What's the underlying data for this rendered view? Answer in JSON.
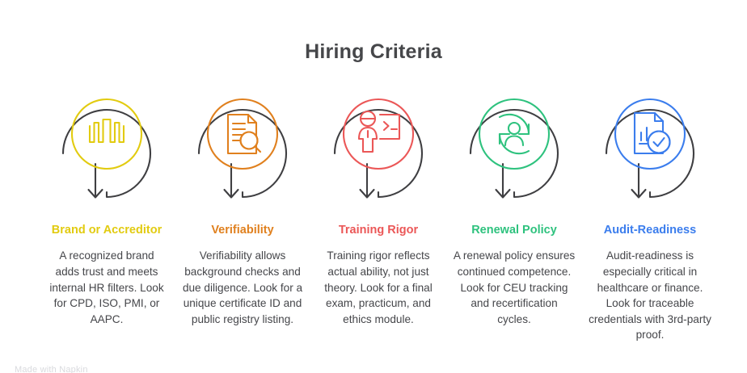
{
  "header": {
    "title": "Hiring Criteria"
  },
  "theme": {
    "arc_color": "#3f3f42",
    "title_color": "#46474a",
    "body_text_color": "#45464a",
    "background": "#ffffff",
    "watermark_color": "#d9dade"
  },
  "footer": {
    "watermark": "Made with Napkin"
  },
  "criteria": [
    {
      "label": "Brand or Accreditor",
      "color": "#e2cb10",
      "icon": "brand-bars-icon",
      "description": "A recognized brand adds trust and meets internal HR filters. Look for CPD, ISO, PMI, or AAPC."
    },
    {
      "label": "Verifiability",
      "color": "#e0801e",
      "icon": "document-magnifier-icon",
      "description": "Verifiability allows background checks and due diligence. Look for a unique certificate ID and public registry listing."
    },
    {
      "label": "Training Rigor",
      "color": "#eb5757",
      "icon": "person-terminal-icon",
      "description": "Training rigor reflects actual ability, not just theory. Look for a final exam, practicum, and ethics module."
    },
    {
      "label": "Renewal Policy",
      "color": "#2ec27e",
      "icon": "person-refresh-icon",
      "description": "A renewal policy ensures continued competence. Look for CEU tracking and recertification cycles."
    },
    {
      "label": "Audit-Readiness",
      "color": "#3b7ded",
      "icon": "report-check-icon",
      "description": "Audit-readiness is especially critical in healthcare or finance. Look for traceable credentials with 3rd-party proof."
    }
  ]
}
